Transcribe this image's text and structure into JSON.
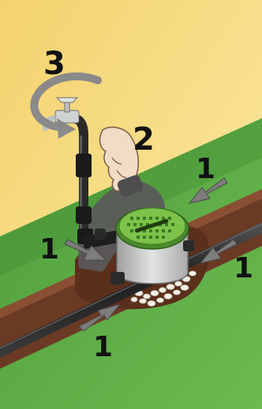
{
  "steps": {
    "tap": "3",
    "bag": "2",
    "pipe_top_right": "1",
    "pipe_right": "1",
    "pipe_left": "1",
    "pipe_bottom": "1"
  },
  "colors": {
    "sky": "#f9df86",
    "grass": "#5fae45",
    "grass_dark": "#3f8f35",
    "trench": "#6b3a24",
    "pipe": "#2d2d2d",
    "valve_box": "#c7c9c8",
    "lid": "#77bb44",
    "arrow": "#7d7d7d",
    "bag": "#5a5a5a"
  },
  "icons": [
    "tap-icon",
    "rotation-arrow-icon",
    "hand-icon",
    "valve-box-icon",
    "gravel-icon",
    "arrow-icon"
  ]
}
